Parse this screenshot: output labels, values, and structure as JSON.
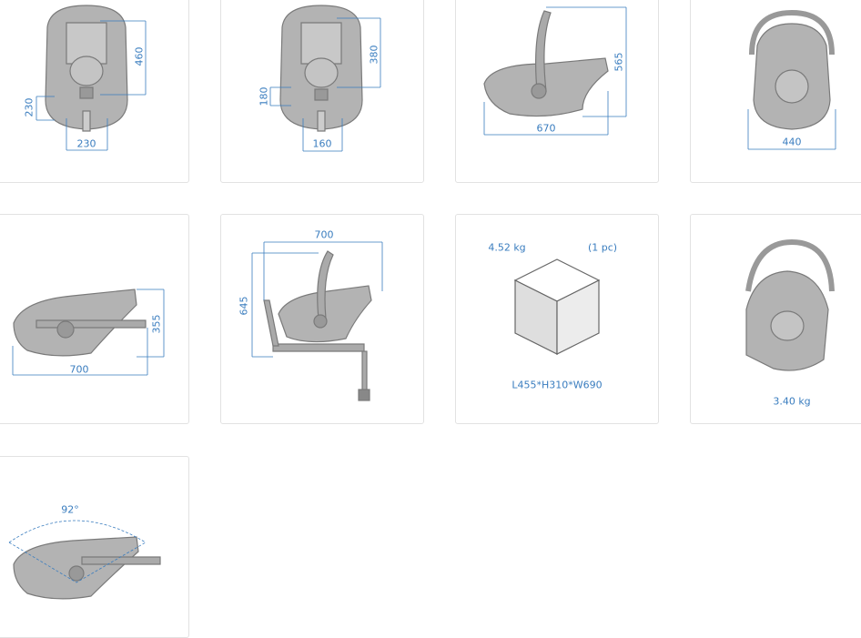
{
  "cards": [
    {
      "view": "front-top",
      "labels": [
        "460",
        "230",
        "230"
      ]
    },
    {
      "view": "front-harness",
      "labels": [
        "380",
        "180",
        "160"
      ]
    },
    {
      "view": "side-handle-up",
      "labels": [
        "565",
        "670"
      ]
    },
    {
      "view": "front-handle",
      "labels": [
        "440"
      ]
    },
    {
      "view": "side-handle-down",
      "labels": [
        "355",
        "700"
      ]
    },
    {
      "view": "side-on-base",
      "labels": [
        "700",
        "645"
      ]
    },
    {
      "view": "package",
      "weight": "4.52 kg",
      "quantity": "(1 pc)",
      "dimensions": "L455*H310*W690"
    },
    {
      "view": "three-quarter",
      "weight": "3.40 kg"
    },
    {
      "view": "recline",
      "angle": "92°"
    }
  ],
  "colors": {
    "dimension": "#3a7dbf",
    "seat": "#b3b3b3",
    "outline": "#7a7a7a"
  }
}
